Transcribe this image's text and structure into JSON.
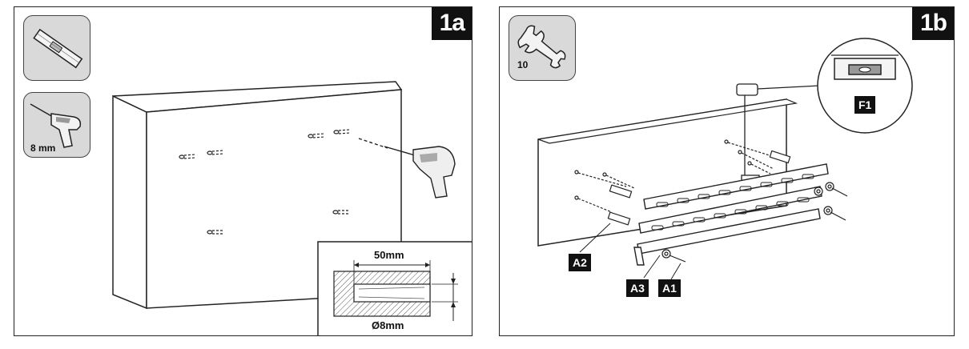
{
  "panel_a": {
    "step": "1a",
    "tool_drill_size": "8 mm",
    "detail": {
      "depth": "50mm",
      "diameter": "Ø8mm"
    },
    "icons": [
      "spirit-level-icon",
      "drill-icon"
    ]
  },
  "panel_b": {
    "step": "1b",
    "tool_wrench_size": "10",
    "callouts": {
      "level": "F1",
      "anchor": "A2",
      "washer": "A3",
      "screw": "A1"
    },
    "icons": [
      "wrench-icon",
      "spirit-level-icon"
    ]
  }
}
